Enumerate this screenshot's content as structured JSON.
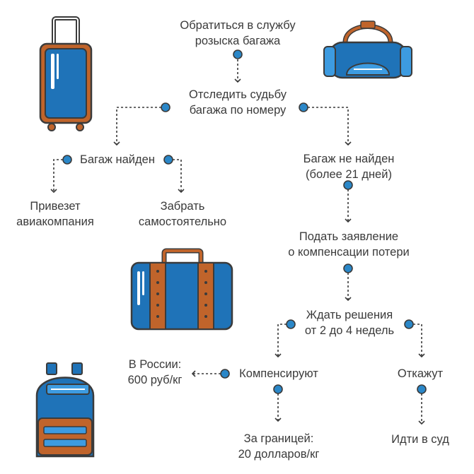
{
  "nodes": {
    "contact_search_service": "Обратиться в службу\nрозыска багажа",
    "track_by_number": "Отследить судьбу\nбагажа по номеру",
    "baggage_found": "Багаж найден",
    "baggage_not_found": "Багаж не найден\n(более 21 дней)",
    "airline_delivers": "Привезет\nавиакомпания",
    "pick_up_yourself": "Забрать\nсамостоятельно",
    "file_claim": "Подать заявление\nо компенсации потери",
    "wait_decision": "Ждать решения\nот 2 до 4 недель",
    "compensated": "Компенсируют",
    "refused": "Откажут",
    "in_russia": "В России:\n600 руб/кг",
    "abroad": "За границей:\n20 долларов/кг",
    "go_to_court": "Идти в суд"
  },
  "colors": {
    "connector": "#3a3a3a",
    "dot_fill": "#2a87c8",
    "bag_blue": "#1f73b8",
    "bag_light_blue": "#3d9be0",
    "bag_brown": "#c0642b",
    "outline": "#3b3b3b"
  },
  "icons": [
    "suitcase-trolley-icon",
    "duffel-bag-icon",
    "briefcase-icon",
    "backpack-icon"
  ]
}
